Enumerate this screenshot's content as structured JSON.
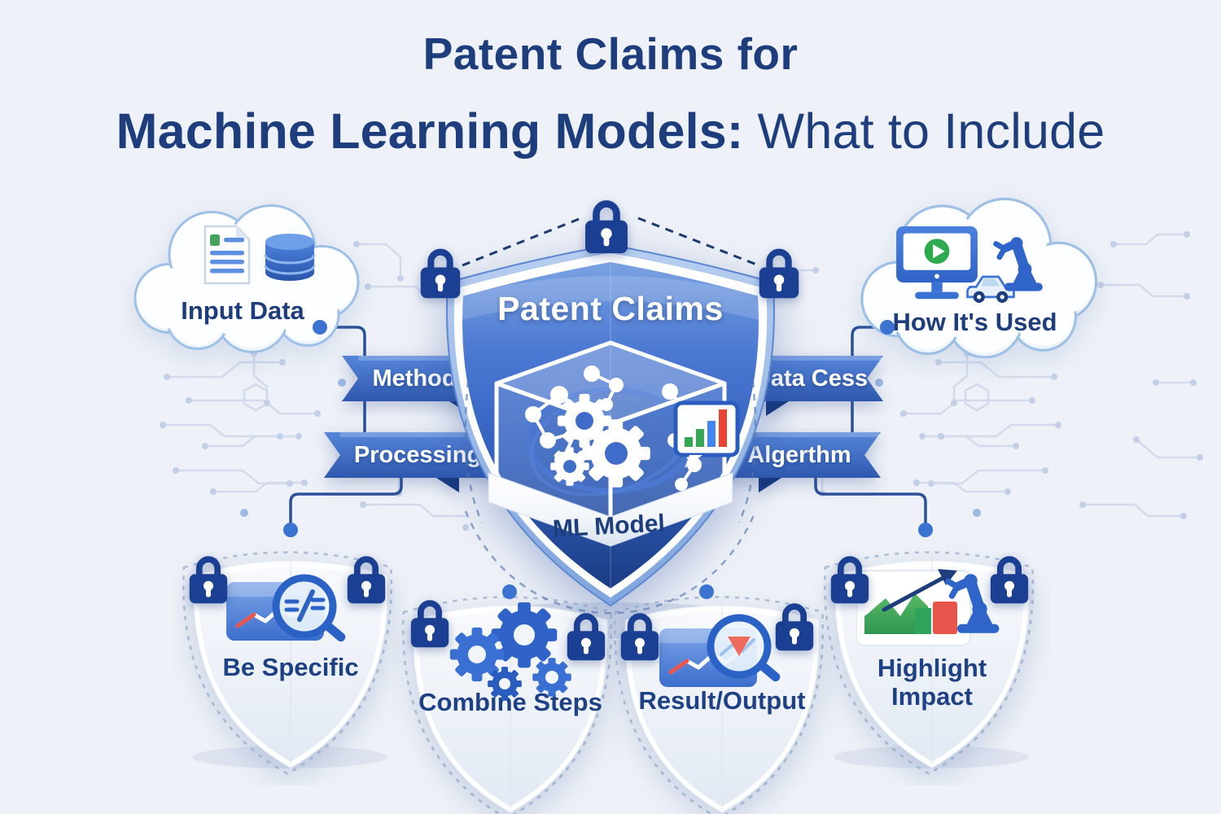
{
  "title": {
    "line1": "Patent Claims for",
    "line2_strong": "Machine Learning Models:",
    "line2_rest": " What to Include"
  },
  "clouds": {
    "input": {
      "label": "Input Data",
      "icons": [
        "document-icon",
        "database-icon"
      ]
    },
    "usage": {
      "label": "How It's Used",
      "icons": [
        "monitor-play-icon",
        "vehicle-icon",
        "robot-arm-icon"
      ]
    }
  },
  "center_shield": {
    "title": "Patent Claims",
    "base_label": "ML Model",
    "icons": [
      "lock-icon",
      "network-nodes-icon",
      "gears-icon",
      "bar-chart-icon",
      "cube-icon"
    ]
  },
  "ribbons": {
    "method": "Method",
    "processing": "Processing",
    "data_process": "Data Cess",
    "algorithm": "Algerthm"
  },
  "bottom_shields": [
    {
      "label": "Be Specific",
      "icon": "chart-magnifier-slash-icon"
    },
    {
      "label": "Combine Steps",
      "icon": "gears-icon"
    },
    {
      "label": "Result/Output",
      "icon": "chart-magnifier-triangle-icon"
    },
    {
      "label": "Highlight Impact",
      "icon": "impact-chart-robot-arm-icon"
    }
  ],
  "colors": {
    "background": "#eef1f7",
    "navy": "#1d3d7c",
    "shield_blue": "#3565c5",
    "ribbon_blue": "#3a6bc8",
    "lock_navy": "#1b3f92",
    "accent_green": "#34a853",
    "accent_red": "#e8554d",
    "accent_chart_blue": "#4285f4",
    "cloud_stroke": "#9fc0e6",
    "circuit": "#d2dbec",
    "connector": "#2b5098"
  }
}
